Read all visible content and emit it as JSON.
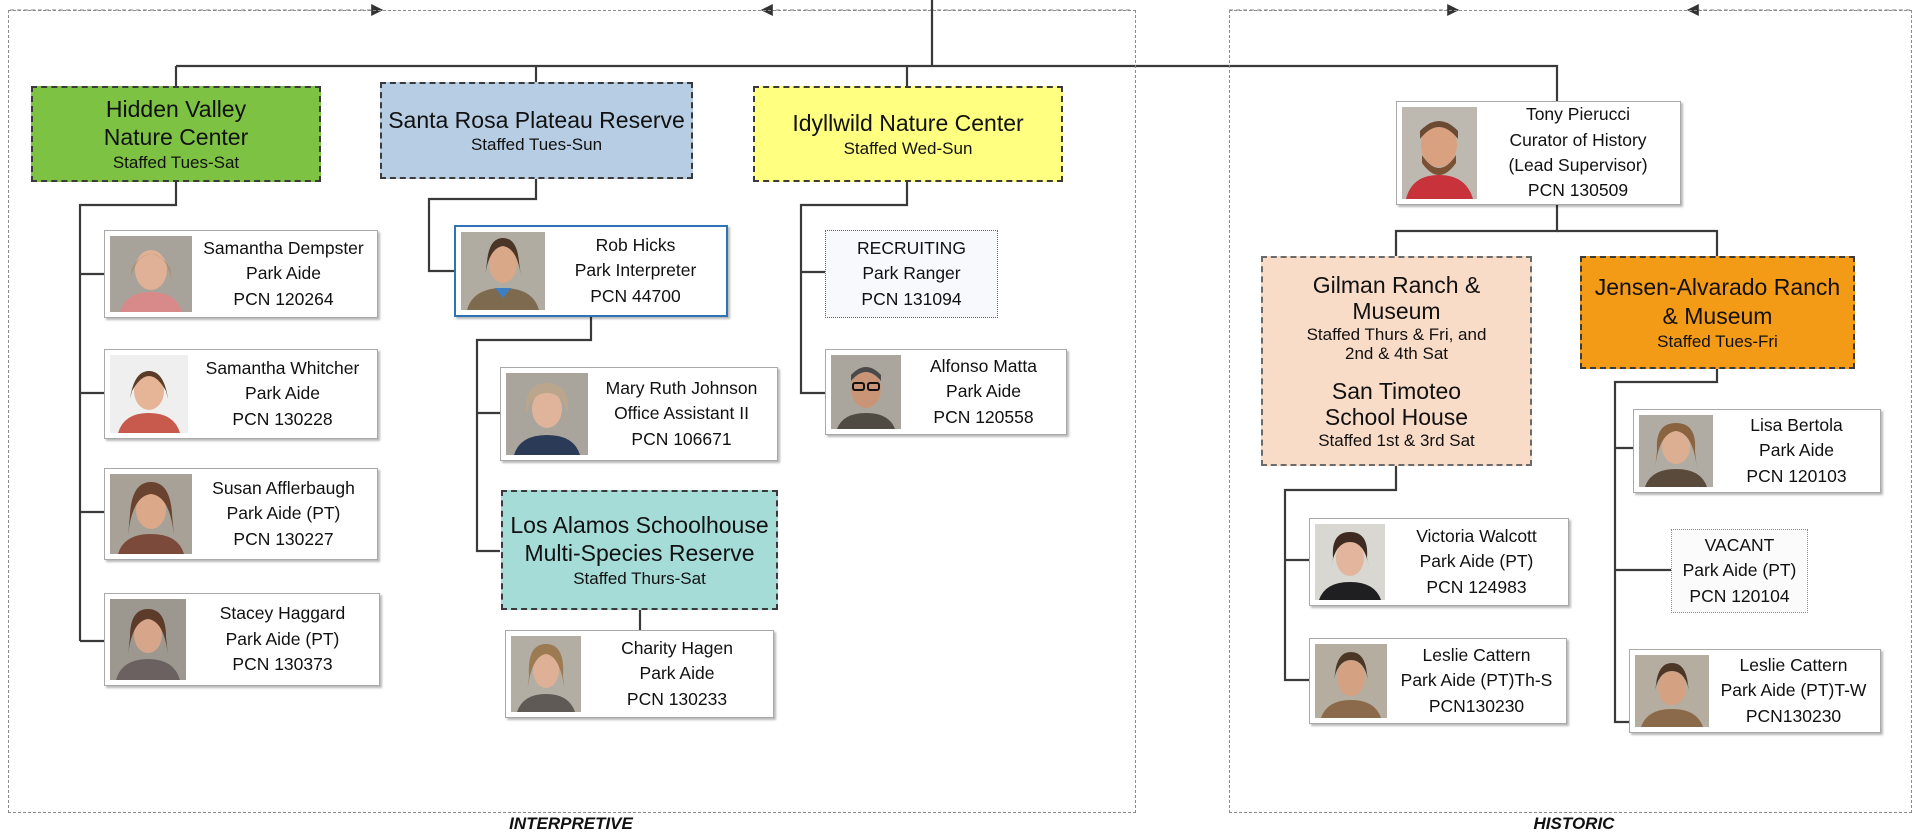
{
  "groups": {
    "interpretive": "INTERPRETIVE",
    "historic": "HISTORIC"
  },
  "sites": {
    "hidden_valley": {
      "name1": "Hidden Valley",
      "name2": "Nature Center",
      "staffed": "Staffed Tues-Sat",
      "color": "#7dc242"
    },
    "santa_rosa": {
      "name1": "Santa Rosa Plateau Reserve",
      "staffed": "Staffed Tues-Sun",
      "color": "#b7cde3"
    },
    "idyllwild": {
      "name1": "Idyllwild Nature Center",
      "staffed": "Staffed Wed-Sun",
      "color": "#ffff80"
    },
    "los_alamos": {
      "name1": "Los Alamos Schoolhouse",
      "name2": "Multi-Species Reserve",
      "staffed": "Staffed Thurs-Sat",
      "color": "#a5dcd8"
    },
    "gilman": {
      "name1": "Gilman Ranch &",
      "name2": "Museum",
      "staffed": "Staffed Thurs & Fri, and",
      "staffed2": "2nd & 4th Sat",
      "name3": "San Timoteo",
      "name4": "School House",
      "staffed3": "Staffed 1st & 3rd Sat",
      "color": "#f9dcc8"
    },
    "jensen": {
      "name1": "Jensen-Alvarado Ranch",
      "name2": "& Museum",
      "staffed": "Staffed Tues-Fri",
      "color": "#f39a16"
    }
  },
  "people": {
    "curator": {
      "name": "Tony Pierucci",
      "title": "Curator of History",
      "title2": "(Lead Supervisor)",
      "pcn": "PCN 130509"
    },
    "dempster": {
      "name": "Samantha Dempster",
      "title": "Park Aide",
      "pcn": "PCN 120264"
    },
    "whitcher": {
      "name": "Samantha Whitcher",
      "title": "Park Aide",
      "pcn": "PCN 130228"
    },
    "afflerbaugh": {
      "name": "Susan Afflerbaugh",
      "title": "Park Aide (PT)",
      "pcn": "PCN 130227"
    },
    "haggard": {
      "name": "Stacey Haggard",
      "title": "Park Aide (PT)",
      "pcn": "PCN 130373"
    },
    "hicks": {
      "name": "Rob Hicks",
      "title": "Park Interpreter",
      "pcn": "PCN 44700"
    },
    "johnson": {
      "name": "Mary Ruth Johnson",
      "title": "Office Assistant II",
      "pcn": "PCN 106671"
    },
    "hagen": {
      "name": "Charity Hagen",
      "title": "Park Aide",
      "pcn": "PCN 130233"
    },
    "recruiting": {
      "name": "RECRUITING",
      "title": "Park Ranger",
      "pcn": "PCN 131094"
    },
    "matta": {
      "name": "Alfonso Matta",
      "title": "Park Aide",
      "pcn": "PCN 120558"
    },
    "walcott": {
      "name": "Victoria Walcott",
      "title": "Park Aide (PT)",
      "pcn": "PCN 124983"
    },
    "cattern_ths": {
      "name": "Leslie Cattern",
      "title": "Park Aide (PT)Th-S",
      "pcn": "PCN130230"
    },
    "bertola": {
      "name": "Lisa Bertola",
      "title": "Park Aide",
      "pcn": "PCN 120103"
    },
    "vacant": {
      "name": "VACANT",
      "title": "Park Aide (PT)",
      "pcn": "PCN 120104"
    },
    "cattern_tw": {
      "name": "Leslie Cattern",
      "title": "Park Aide (PT)T-W",
      "pcn": "PCN130230"
    }
  }
}
